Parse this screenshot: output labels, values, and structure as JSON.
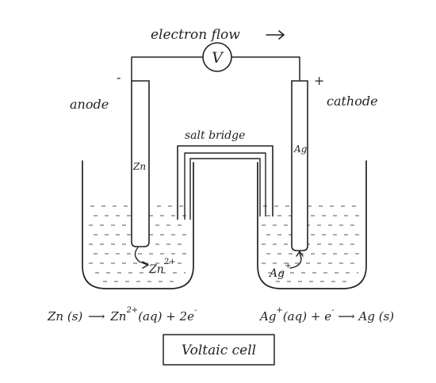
{
  "header": {
    "flow_label": "electron flow"
  },
  "meter": {
    "symbol": "V"
  },
  "electrodes": {
    "left": {
      "role": "anode",
      "sign": "-",
      "element": "Zn",
      "ion": "Zn",
      "ion_charge": "2+"
    },
    "right": {
      "role": "cathode",
      "sign": "+",
      "element": "Ag",
      "ion": "Ag",
      "ion_charge": "+"
    }
  },
  "bridge": {
    "label": "salt bridge"
  },
  "reactions": {
    "anode": {
      "reactant": "Zn (s)",
      "product": "Zn",
      "product_charge": "2+",
      "product_state": "(aq)",
      "electrons": "+ 2e",
      "electron_sign": "-"
    },
    "cathode": {
      "reactant": "Ag",
      "reactant_charge": "+",
      "reactant_state": "(aq)",
      "electrons": "+ e",
      "electron_sign": "-",
      "product": "Ag (s)"
    }
  },
  "caption": "Voltaic cell"
}
